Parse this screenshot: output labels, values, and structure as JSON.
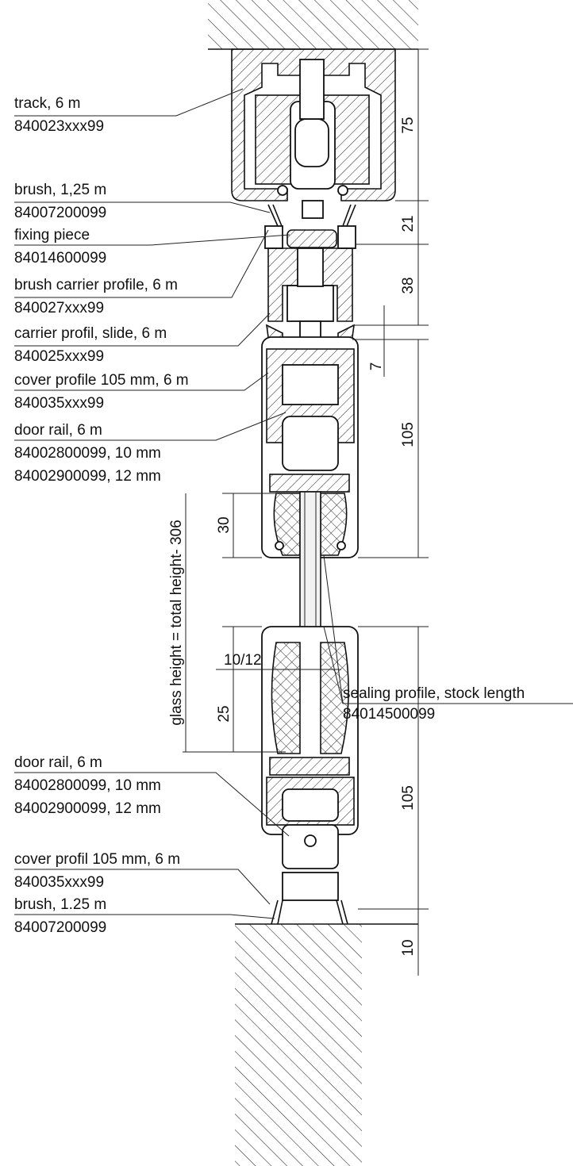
{
  "labels": {
    "track": {
      "name": "track, 6 m",
      "code": "840023xxx99"
    },
    "brush_top": {
      "name": "brush, 1,25 m",
      "code": "84007200099"
    },
    "fixing_piece": {
      "name": "fixing piece",
      "code": "84014600099"
    },
    "brush_carrier": {
      "name": "brush carrier profile, 6 m",
      "code": "840027xxx99"
    },
    "carrier_slide": {
      "name": "carrier profil, slide, 6 m",
      "code": "840025xxx99"
    },
    "cover_top": {
      "name": "cover profile 105 mm, 6 m",
      "code": "840035xxx99"
    },
    "door_rail_top": {
      "name": "door rail, 6 m",
      "code1": "84002800099, 10 mm",
      "code2": "84002900099, 12 mm"
    },
    "sealing": {
      "name": "sealing profile, stock length",
      "code": "84014500099"
    },
    "door_rail_bottom": {
      "name": "door rail, 6 m",
      "code1": "84002800099, 10 mm",
      "code2": "84002900099, 12 mm"
    },
    "cover_bottom": {
      "name": "cover profil 105 mm, 6 m",
      "code": "840035xxx99"
    },
    "brush_bottom": {
      "name": "brush, 1.25 m",
      "code": "84007200099"
    }
  },
  "dimensions": {
    "d75": "75",
    "d21": "21",
    "d38": "38",
    "d7": "7",
    "d105_top": "105",
    "d30": "30",
    "glass_thickness": "10/12",
    "glass_height": "glass height = total height- 306",
    "d25": "25",
    "d105_bottom": "105",
    "d10": "10"
  }
}
